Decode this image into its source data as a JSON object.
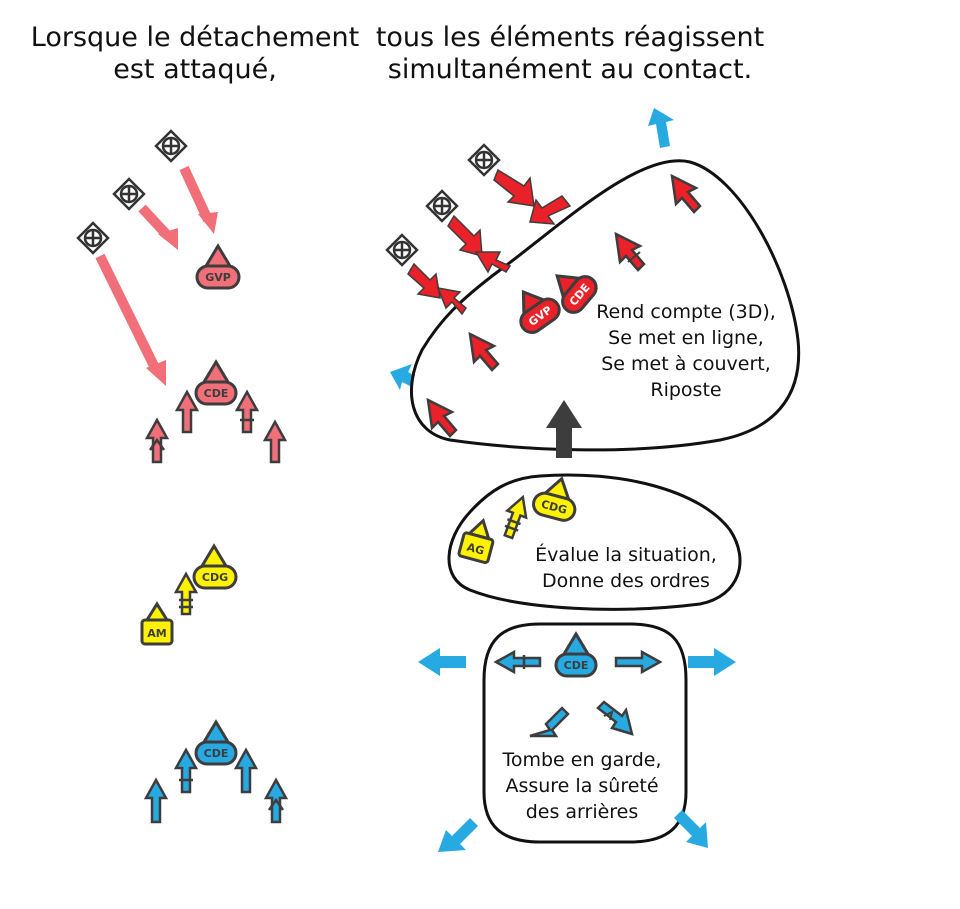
{
  "heading_left": [
    "Lorsque le détachement",
    "est attaqué,"
  ],
  "heading_right": [
    "tous les éléments réagissent",
    "simultanément au contact."
  ],
  "colors": {
    "enemy_fire": "#f06f78",
    "red_unit": "#ea2128",
    "red_unit_light": "#f06f78",
    "yellow_unit": "#fff200",
    "blue_unit": "#27a9e1",
    "outline": "#3d3d3d",
    "big_arrow": "#3d3d3d"
  },
  "icons": {
    "enemy": "crossed-circle-diamond-icon",
    "unit": "arrow-unit-icon",
    "flow": "up-arrow-icon",
    "spread": "outward-arrow-icon"
  },
  "units": {
    "gvp": "GVP",
    "cde": "CDE",
    "cdg": "CDG",
    "am": "AM",
    "ag": "AG"
  },
  "boxes": {
    "front": [
      "Rend compte (3D),",
      "Se met en ligne,",
      "Se met à couvert,",
      "Riposte"
    ],
    "middle": [
      "Évalue la situation,",
      "Donne des ordres"
    ],
    "rear": [
      "Tombe en garde,",
      "Assure la sûreté",
      "des arrières"
    ]
  }
}
